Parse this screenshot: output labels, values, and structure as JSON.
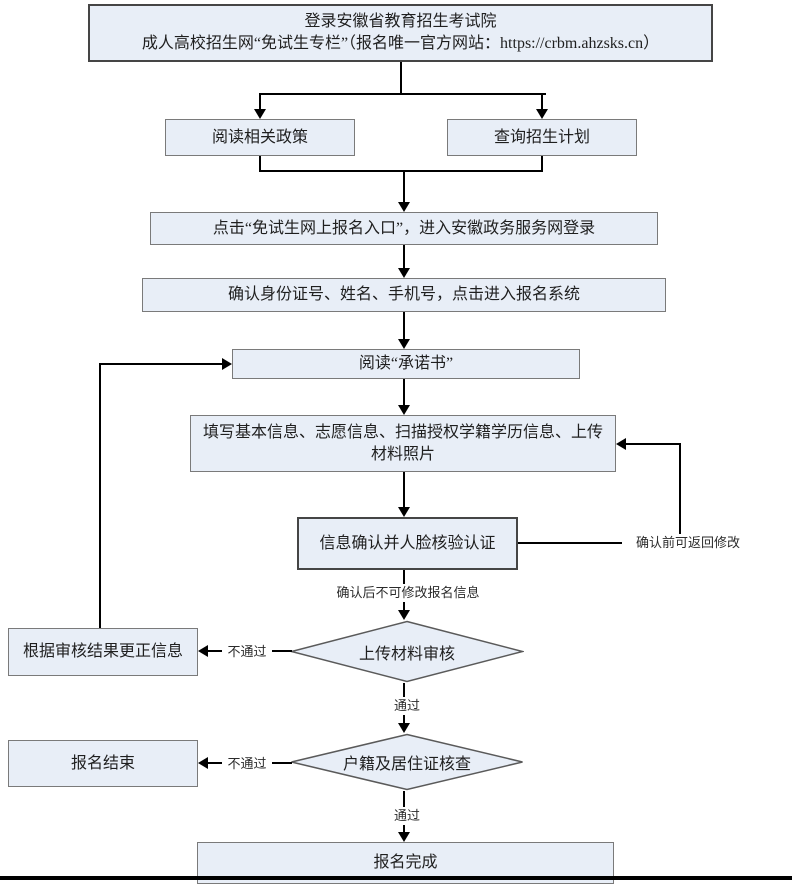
{
  "diagram": {
    "nodes": {
      "login": {
        "line1": "登录安徽省教育招生考试院",
        "line2": "成人高校招生网“免试生专栏”（报名唯一官方网站：https://crbm.ahzsks.cn）"
      },
      "read_policy": "阅读相关政策",
      "query_plan": "查询招生计划",
      "click_entry": "点击“免试生网上报名入口”，进入安徽政务服务网登录",
      "confirm_identity": "确认身份证号、姓名、手机号，点击进入报名系统",
      "read_commitment": "阅读“承诺书”",
      "fill_info": "填写基本信息、志愿信息、扫描授权学籍学历信息、上传材料照片",
      "confirm_face": "信息确认并人脸核验认证",
      "review_materials": "上传材料审核",
      "correct_info": "根据审核结果更正信息",
      "household_check": "户籍及居住证核查",
      "registration_end": "报名结束",
      "registration_complete": "报名完成"
    },
    "edge_labels": {
      "before_confirm": "确认前可返回修改",
      "after_confirm": "确认后不可修改报名信息",
      "fail_materials": "不通过",
      "pass_materials": "通过",
      "fail_household": "不通过",
      "pass_household": "通过"
    },
    "colors": {
      "node_fill": "#e8eef7",
      "node_border": "#7a7a7a",
      "emphasis_border": "#454545",
      "connector": "#000000"
    }
  }
}
